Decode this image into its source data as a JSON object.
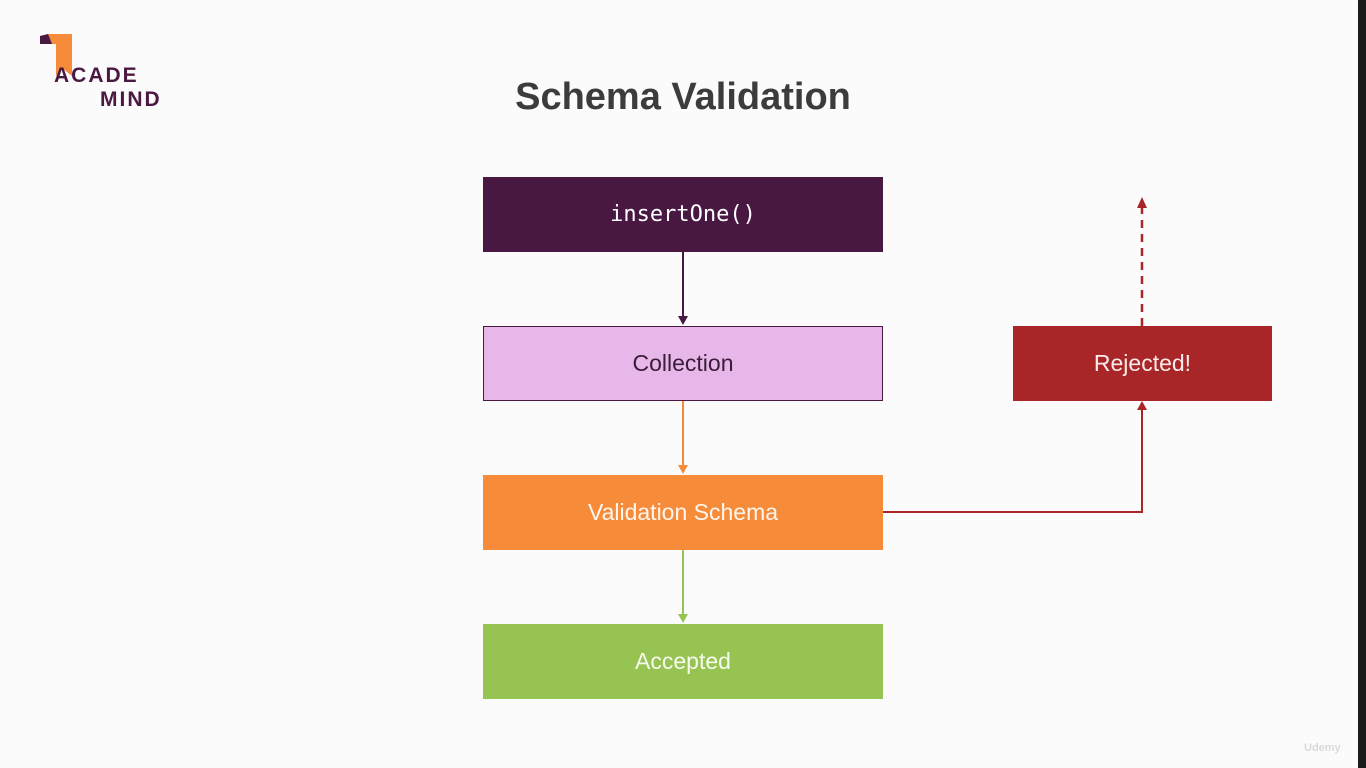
{
  "logo": {
    "line1": "ACADE",
    "line2": "MIND",
    "color": "#4a1942",
    "accent": "#f68c3a"
  },
  "title": "Schema Validation",
  "boxes": {
    "insert": {
      "label": "insertOne()",
      "color": "#481843"
    },
    "collection": {
      "label": "Collection",
      "color": "#e8b7e9"
    },
    "validation": {
      "label": "Validation Schema",
      "color": "#f68c3a"
    },
    "accepted": {
      "label": "Accepted",
      "color": "#96c352"
    },
    "rejected": {
      "label": "Rejected!",
      "color": "#a82628"
    }
  },
  "watermark": "Udemy"
}
